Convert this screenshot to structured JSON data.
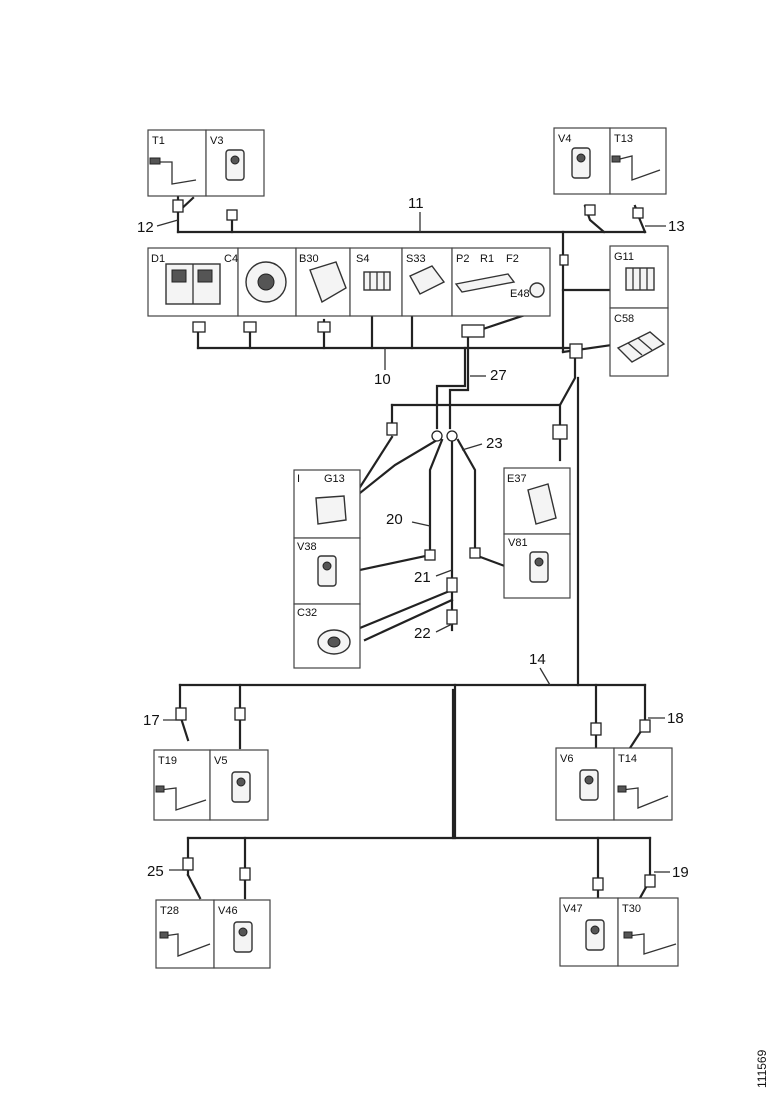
{
  "reference": "111569",
  "wire_numbers": {
    "w10": "10",
    "w11": "11",
    "w12": "12",
    "w13": "13",
    "w14": "14",
    "w17": "17",
    "w18": "18",
    "w19": "19",
    "w20": "20",
    "w21": "21",
    "w22": "22",
    "w23": "23",
    "w25": "25",
    "w27": "27"
  },
  "components": {
    "T1": "T1",
    "V3": "V3",
    "V4": "V4",
    "T13": "T13",
    "D1": "D1",
    "C4": "C4",
    "B30": "B30",
    "S4": "S4",
    "S33": "S33",
    "P2": "P2",
    "R1": "R1",
    "F2": "F2",
    "E48": "E48",
    "G11": "G11",
    "C58": "C58",
    "I": "I",
    "G13": "G13",
    "V38": "V38",
    "C32": "C32",
    "E37": "E37",
    "V81": "V81",
    "T19": "T19",
    "V5": "V5",
    "V6": "V6",
    "T14": "T14",
    "T28": "T28",
    "V46": "V46",
    "V47": "V47",
    "T30": "T30"
  }
}
